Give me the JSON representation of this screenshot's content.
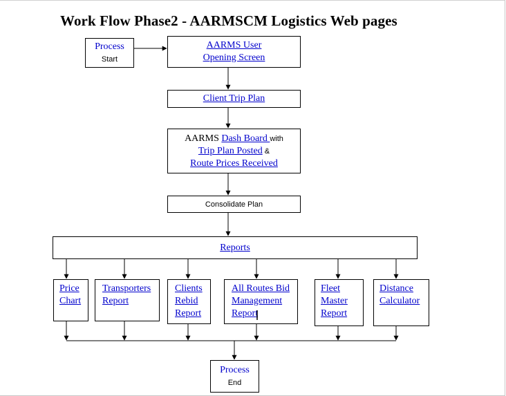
{
  "title": "Work Flow Phase2 - AARMSCM  Logistics Web pages",
  "start": {
    "line1": "Process",
    "line2": "Start"
  },
  "opening": {
    "line1": "AARMS User",
    "line2": "Opening Screen"
  },
  "trip_plan": {
    "label": "Client Trip Plan"
  },
  "dashboard": {
    "prefix": "AARMS ",
    "dash_link": "Dash Board ",
    "with": "with",
    "trip_posted": "Trip Plan Posted",
    "amp": " &",
    "route_prices": "Route Prices Received"
  },
  "consolidate": {
    "label": "Consolidate Plan"
  },
  "reports": {
    "label": "Reports"
  },
  "report_boxes": [
    {
      "l1": "Price",
      "l2": "Chart",
      "l3": ""
    },
    {
      "l1": "Transporters",
      "l2": "Report",
      "l3": ""
    },
    {
      "l1": "Clients",
      "l2": "Rebid",
      "l3": "Report"
    },
    {
      "l1": "All Routes Bid",
      "l2": "Management",
      "l3": "Report"
    },
    {
      "l1": "Fleet",
      "l2": "Master",
      "l3": "Report"
    },
    {
      "l1": "Distance",
      "l2": "Calculator",
      "l3": ""
    }
  ],
  "end": {
    "line1": "Process",
    "line2": "End"
  }
}
